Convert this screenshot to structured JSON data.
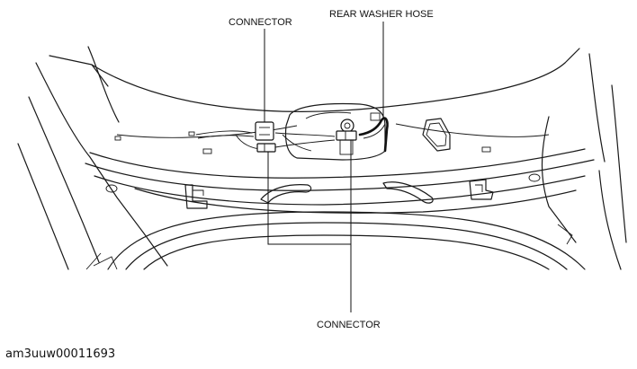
{
  "labels": {
    "connector_top": "CONNECTOR",
    "rear_washer_hose": "REAR WASHER HOSE",
    "connector_bottom": "CONNECTOR"
  },
  "caption": "am3uuw00011693"
}
